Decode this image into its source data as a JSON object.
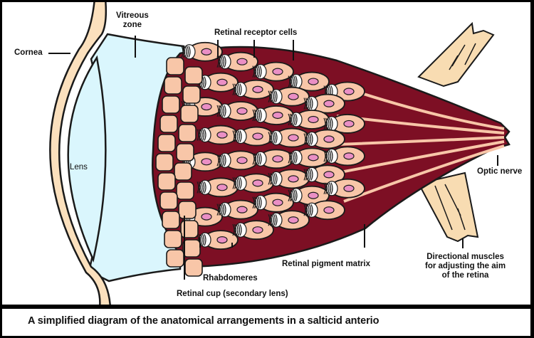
{
  "labels": {
    "cornea": "Cornea",
    "vitreous_zone": "Vitreous\nzone",
    "lens": "Lens",
    "retinal_receptor_cells": "Retinal receptor cells",
    "optic_nerve": "Optic nerve",
    "retinal_pigment_matrix": "Retinal pigment matrix",
    "rhabdomeres": "Rhabdomeres",
    "retinal_cup": "Retinal cup (secondary lens)",
    "directional_muscles": "Directional muscles\nfor adjusting the aim\nof the retina"
  },
  "caption": "A simplified diagram of the anatomical arrangements in a salticid anterio",
  "colors": {
    "cornea": "#fbe0bd",
    "vitreous": "#daf6fd",
    "lens": "#daf6fd",
    "cell": "#f8c6a8",
    "pigment": "#7d0f24",
    "nucleus": "#ea8fc5",
    "muscle": "#f8dcb2",
    "outline": "#1a1a1a"
  }
}
